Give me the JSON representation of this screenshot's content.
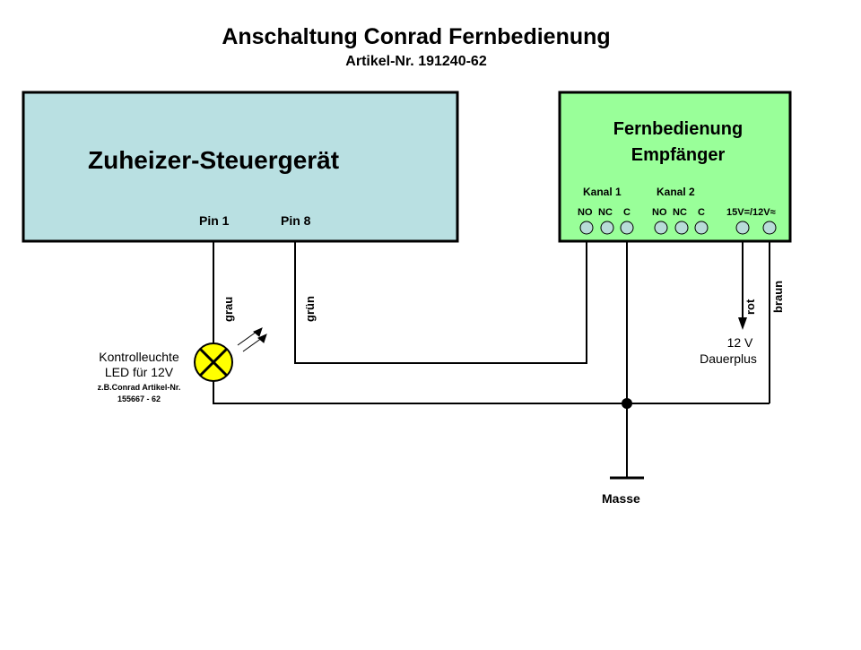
{
  "header": {
    "title": "Anschaltung Conrad Fernbedienung",
    "subtitle": "Artikel-Nr. 191240-62"
  },
  "colors": {
    "controller_box": "#b9e0e2",
    "receiver_box": "#99ff99",
    "terminal": "#b8dcd8",
    "led": "#ffff00",
    "wire": "#000000"
  },
  "controller": {
    "name": "Zuheizer-Steuergerät",
    "pin1_label": "Pin 1",
    "pin8_label": "Pin 8"
  },
  "receiver": {
    "title_line1": "Fernbedienung",
    "title_line2": "Empfänger",
    "channel1_label": "Kanal 1",
    "channel2_label": "Kanal 2",
    "channel1_terminals": [
      "NO",
      "NC",
      "C"
    ],
    "channel2_terminals": [
      "NO",
      "NC",
      "C"
    ],
    "power_label": "15V=/12V≈"
  },
  "wires": {
    "grau": "grau",
    "gruen": "grün",
    "rot": "rot",
    "braun": "braun"
  },
  "led": {
    "line1": "Kontrolleuchte",
    "line2": "LED für 12V",
    "line3": "z.B.Conrad Artikel-Nr.",
    "line4": "155667 - 62"
  },
  "supply": {
    "line1": "12 V",
    "line2": "Dauerplus"
  },
  "ground": {
    "label": "Masse"
  }
}
